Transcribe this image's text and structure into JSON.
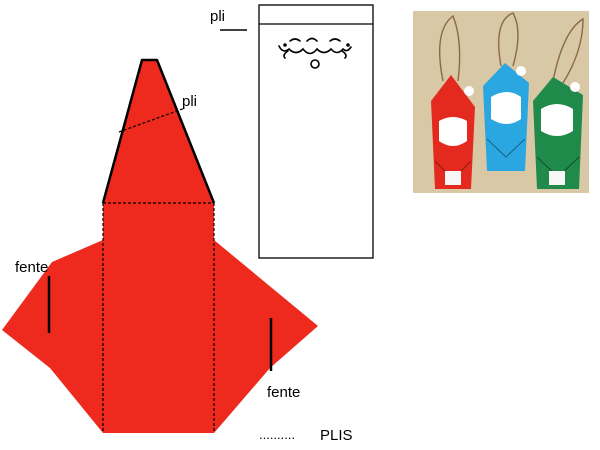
{
  "template": {
    "fill_color": "#ee2a1e",
    "outline_color": "#000000",
    "labels": {
      "fold_hat": "pli",
      "slit_left": "fente",
      "slit_right": "fente",
      "fold_card": "pli",
      "legend": "PLIS",
      "legend_dots": ".........."
    }
  },
  "photo": {
    "background": "#d9c8a6",
    "ornament_colors": [
      "#e42a1f",
      "#2aa7e0",
      "#1f8a4a"
    ],
    "face_color": "#ffffff",
    "twine_color": "#8a6a44"
  }
}
